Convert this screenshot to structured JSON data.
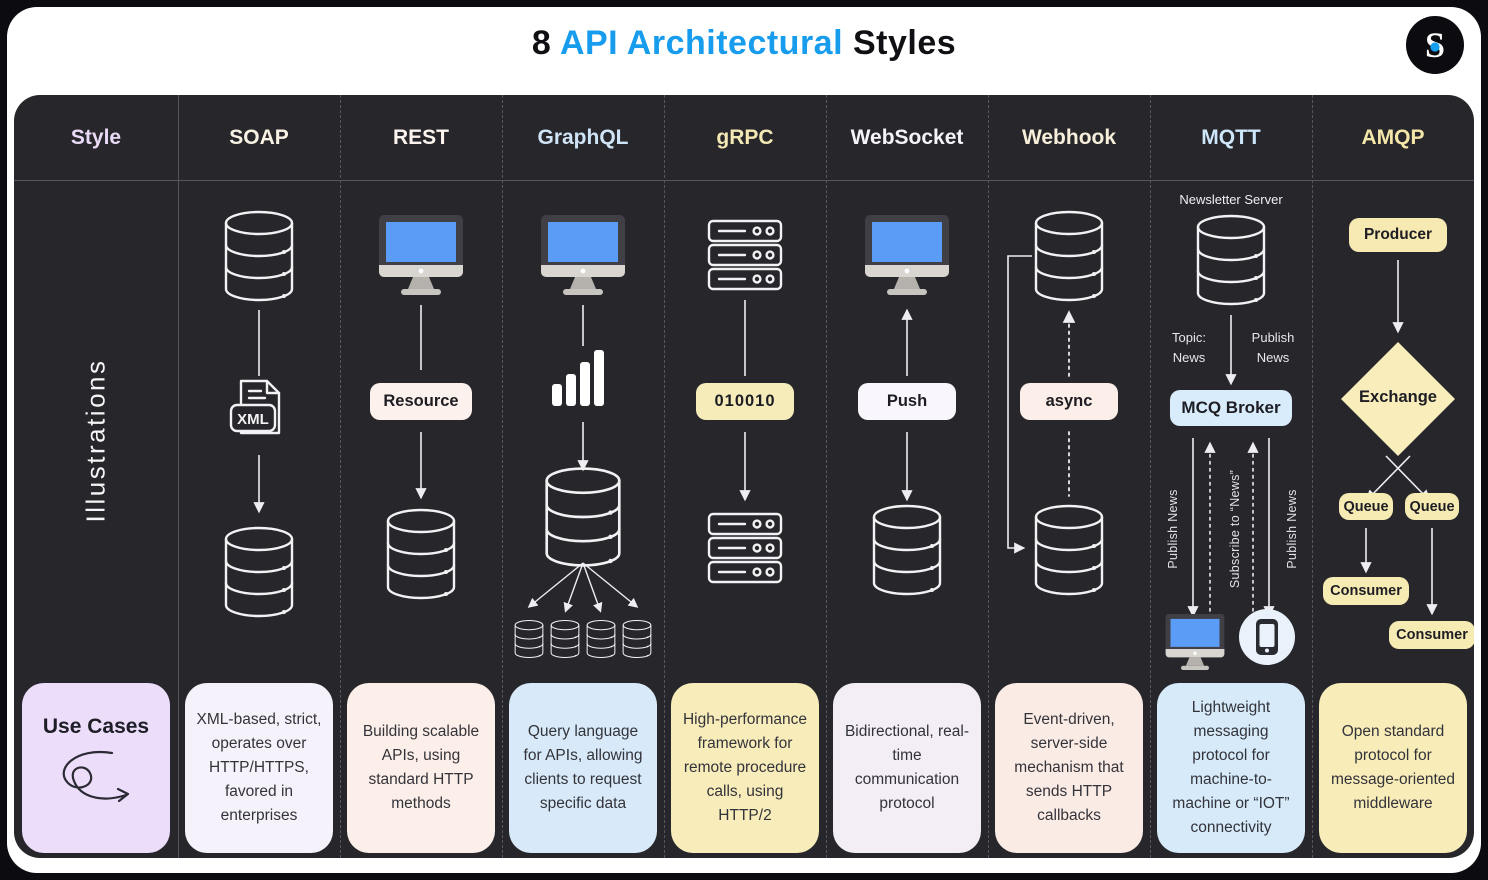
{
  "title": {
    "prefix": "8 ",
    "highlight": "API Architectural",
    "suffix": " Styles"
  },
  "logo": {
    "monogram": "S"
  },
  "accent": {
    "title_blue": "#189ced"
  },
  "row_labels": {
    "style": "Style",
    "style_color": "#e9daf8",
    "illustrations": "Illustrations",
    "use_cases": "Use Cases",
    "use_cases_bg": "#ecdefb"
  },
  "columns": [
    {
      "name": "SOAP",
      "header_color": "#f8f2e4",
      "card_bg": "#f5f2fb",
      "use_case": "XML-based, strict, operates over HTTP/HTTPS, favored in enterprises"
    },
    {
      "name": "REST",
      "header_color": "#fdf3ef",
      "card_bg": "#fcefe9",
      "use_case": "Building scalable APIs, using standard HTTP methods"
    },
    {
      "name": "GraphQL",
      "header_color": "#cfe5f7",
      "card_bg": "#d8eaf9",
      "use_case": "Query language for APIs, allowing clients to request specific data"
    },
    {
      "name": "gRPC",
      "header_color": "#f4e8b5",
      "card_bg": "#f7ecba",
      "use_case": "High-performance framework for remote procedure calls, using HTTP/2"
    },
    {
      "name": "WebSocket",
      "header_color": "#f6f4fa",
      "card_bg": "#f3edf6",
      "use_case": "Bidirectional, real-time communication protocol"
    },
    {
      "name": "Webhook",
      "header_color": "#f7efda",
      "card_bg": "#fbebe5",
      "use_case": "Event-driven, server-side mechanism that sends HTTP callbacks"
    },
    {
      "name": "MQTT",
      "header_color": "#cde6fa",
      "card_bg": "#d6eafa",
      "use_case": "Lightweight messaging protocol for machine-to-machine or “IOT” connectivity"
    },
    {
      "name": "AMQP",
      "header_color": "#f4e5a9",
      "card_bg": "#f8ecb8",
      "use_case": "Open standard protocol for message-oriented middleware"
    }
  ],
  "pills": {
    "rest": "Resource",
    "grpc": "010010",
    "websocket": "Push",
    "webhook": "async"
  },
  "soap": {
    "xml_label": "XML"
  },
  "mqtt": {
    "server_label": "Newsletter Server",
    "topic_line1": "Topic:",
    "topic_line2": "News",
    "publish_line1": "Publish",
    "publish_line2": "News",
    "broker": "MCQ Broker",
    "rot_left": "Publish News",
    "rot_mid": "Subscribe to “News”",
    "rot_right": "Publish News"
  },
  "amqp": {
    "producer": "Producer",
    "exchange": "Exchange",
    "queue_left": "Queue",
    "queue_right": "Queue",
    "consumer_left": "Consumer",
    "consumer_right": "Consumer"
  }
}
